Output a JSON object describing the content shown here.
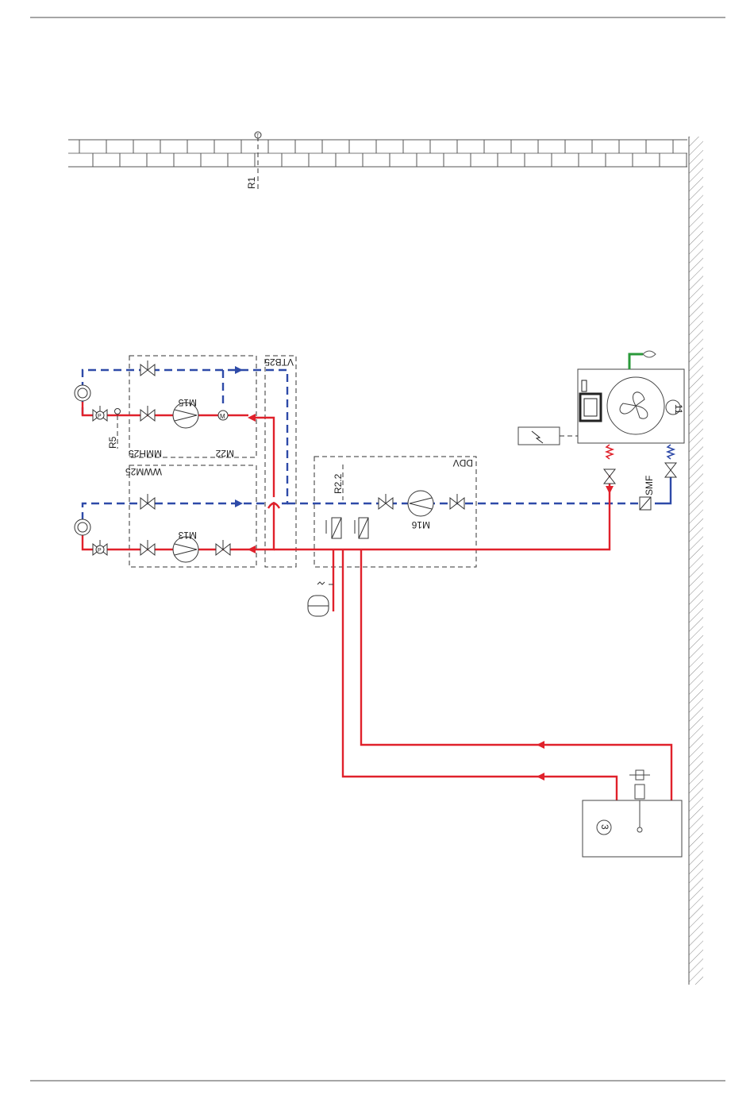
{
  "labels": {
    "r1": "R1",
    "r5": "R5",
    "r22": "R2.2",
    "vtb25": "VTB25",
    "mmh25": "MMH25",
    "wwm25": "WWM25",
    "ddv": "DDV",
    "m15": "M15",
    "m22": "M22",
    "m13": "M13",
    "m16": "M16",
    "smf": "SMF",
    "unit11": "11",
    "unit3": "3",
    "temp_symbol": "T",
    "pump_symbol": "P",
    "motor_symbol": "M"
  },
  "colors": {
    "supply": "#e0212b",
    "return": "#2e4aa8",
    "gas": "#2a9a3a",
    "line": "#333333"
  },
  "icons": {
    "heat_pump": "fan-icon",
    "power": "lightning-icon",
    "tank": "water-tank-icon"
  }
}
